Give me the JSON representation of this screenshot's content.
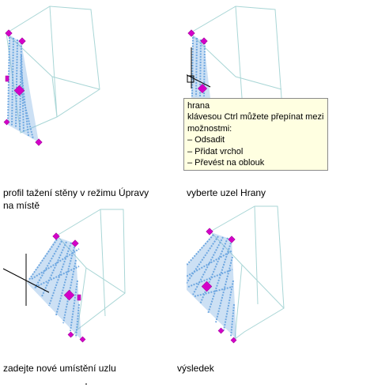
{
  "captions": {
    "panel1": [
      "profil tažení stěny v režimu Úpravy",
      "na místě"
    ],
    "panel2": "vyberte uzel Hrany",
    "panel3": "zadejte nové umístění uzlu",
    "panel4": "výsledek"
  },
  "tooltip": {
    "title": "hrana",
    "line1": "klávesou Ctrl můžete přepínat mezi",
    "line2": "možnostmi:",
    "options": [
      "– Odsadit",
      "– Přidat vrchol",
      "– Převést na oblouk"
    ]
  },
  "colors": {
    "wireframe": "#a9d6d6",
    "profile_fill": "#6ea7e0",
    "grip": "#d400c8",
    "tooltip_bg": "#ffffe1"
  }
}
